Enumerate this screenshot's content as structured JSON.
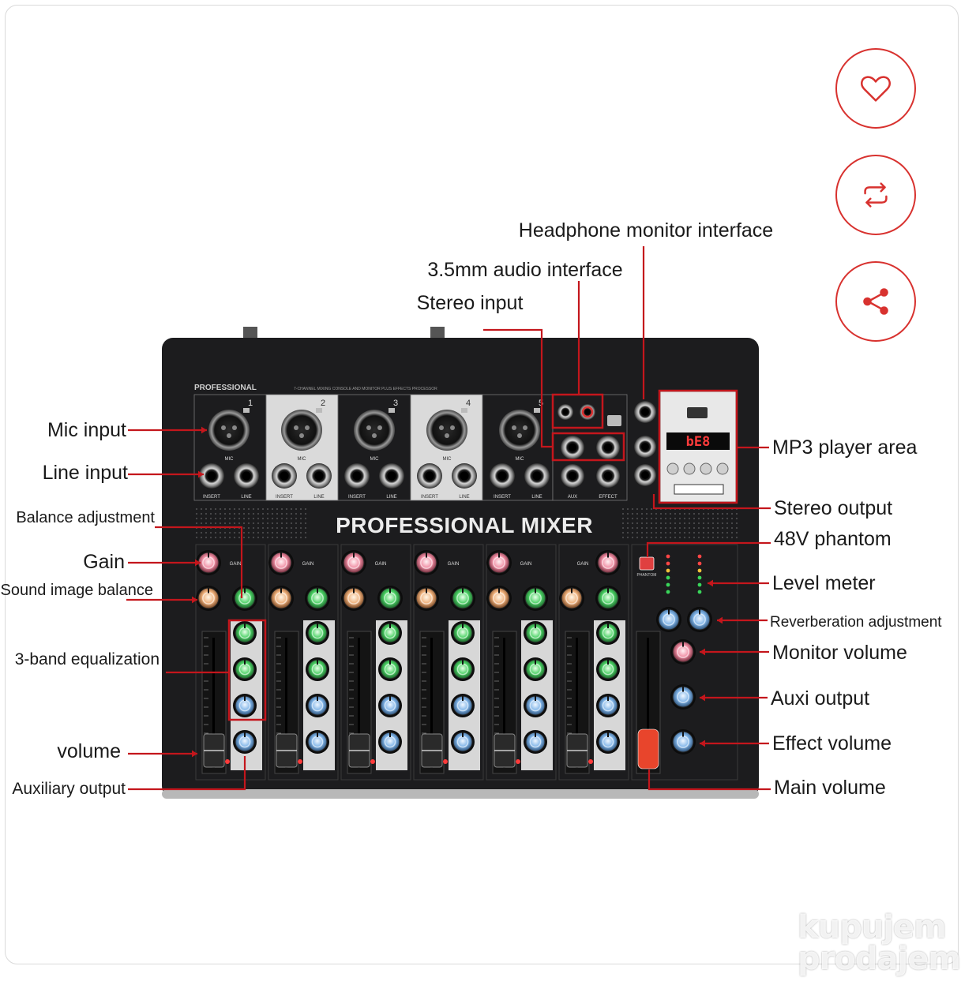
{
  "actions": {
    "favorite": {
      "icon": "heart-icon"
    },
    "repost": {
      "icon": "repeat-icon"
    },
    "share": {
      "icon": "share-icon"
    }
  },
  "mixer": {
    "brand_small": "PROFESSIONAL",
    "brand_sub": "7-CHANNEL MIXING CONSOLE AND MONITOR PLUS EFFECTS PROCESSOR",
    "panel_title": "PROFESSIONAL MIXER",
    "channels": [
      "1",
      "2",
      "3",
      "4",
      "5"
    ],
    "mp3_display": "bE8",
    "phantom_label": "PHANTOM",
    "jack_labels": {
      "insert": "INSERT",
      "line": "LINE",
      "aux": "AUX",
      "effect": "EFFECT",
      "mic": "MIC",
      "gain": "GAIN"
    }
  },
  "labels": {
    "mic_input": "Mic input",
    "line_input": "Line input",
    "balance_adjustment": "Balance adjustment",
    "gain": "Gain",
    "sound_image_balance": "Sound image balance",
    "three_band_eq": "3-band equalization",
    "volume": "volume",
    "auxiliary_output": "Auxiliary output",
    "headphone_monitor": "Headphone monitor interface",
    "audio_35mm": "3.5mm audio interface",
    "stereo_input": "Stereo input",
    "mp3_player": "MP3 player area",
    "stereo_output": "Stereo output",
    "phantom_48v": "48V phantom",
    "level_meter": "Level meter",
    "reverb_adjustment": "Reverberation adjustment",
    "monitor_volume": "Monitor volume",
    "auxi_output": "Auxi output",
    "effect_volume": "Effect volume",
    "main_volume": "Main volume"
  },
  "watermark": {
    "line1": "kupujem",
    "line2": "prodajem"
  },
  "colors": {
    "accent": "#d8322f",
    "annotation": "#c4161c",
    "panel": "#1c1c1e"
  }
}
